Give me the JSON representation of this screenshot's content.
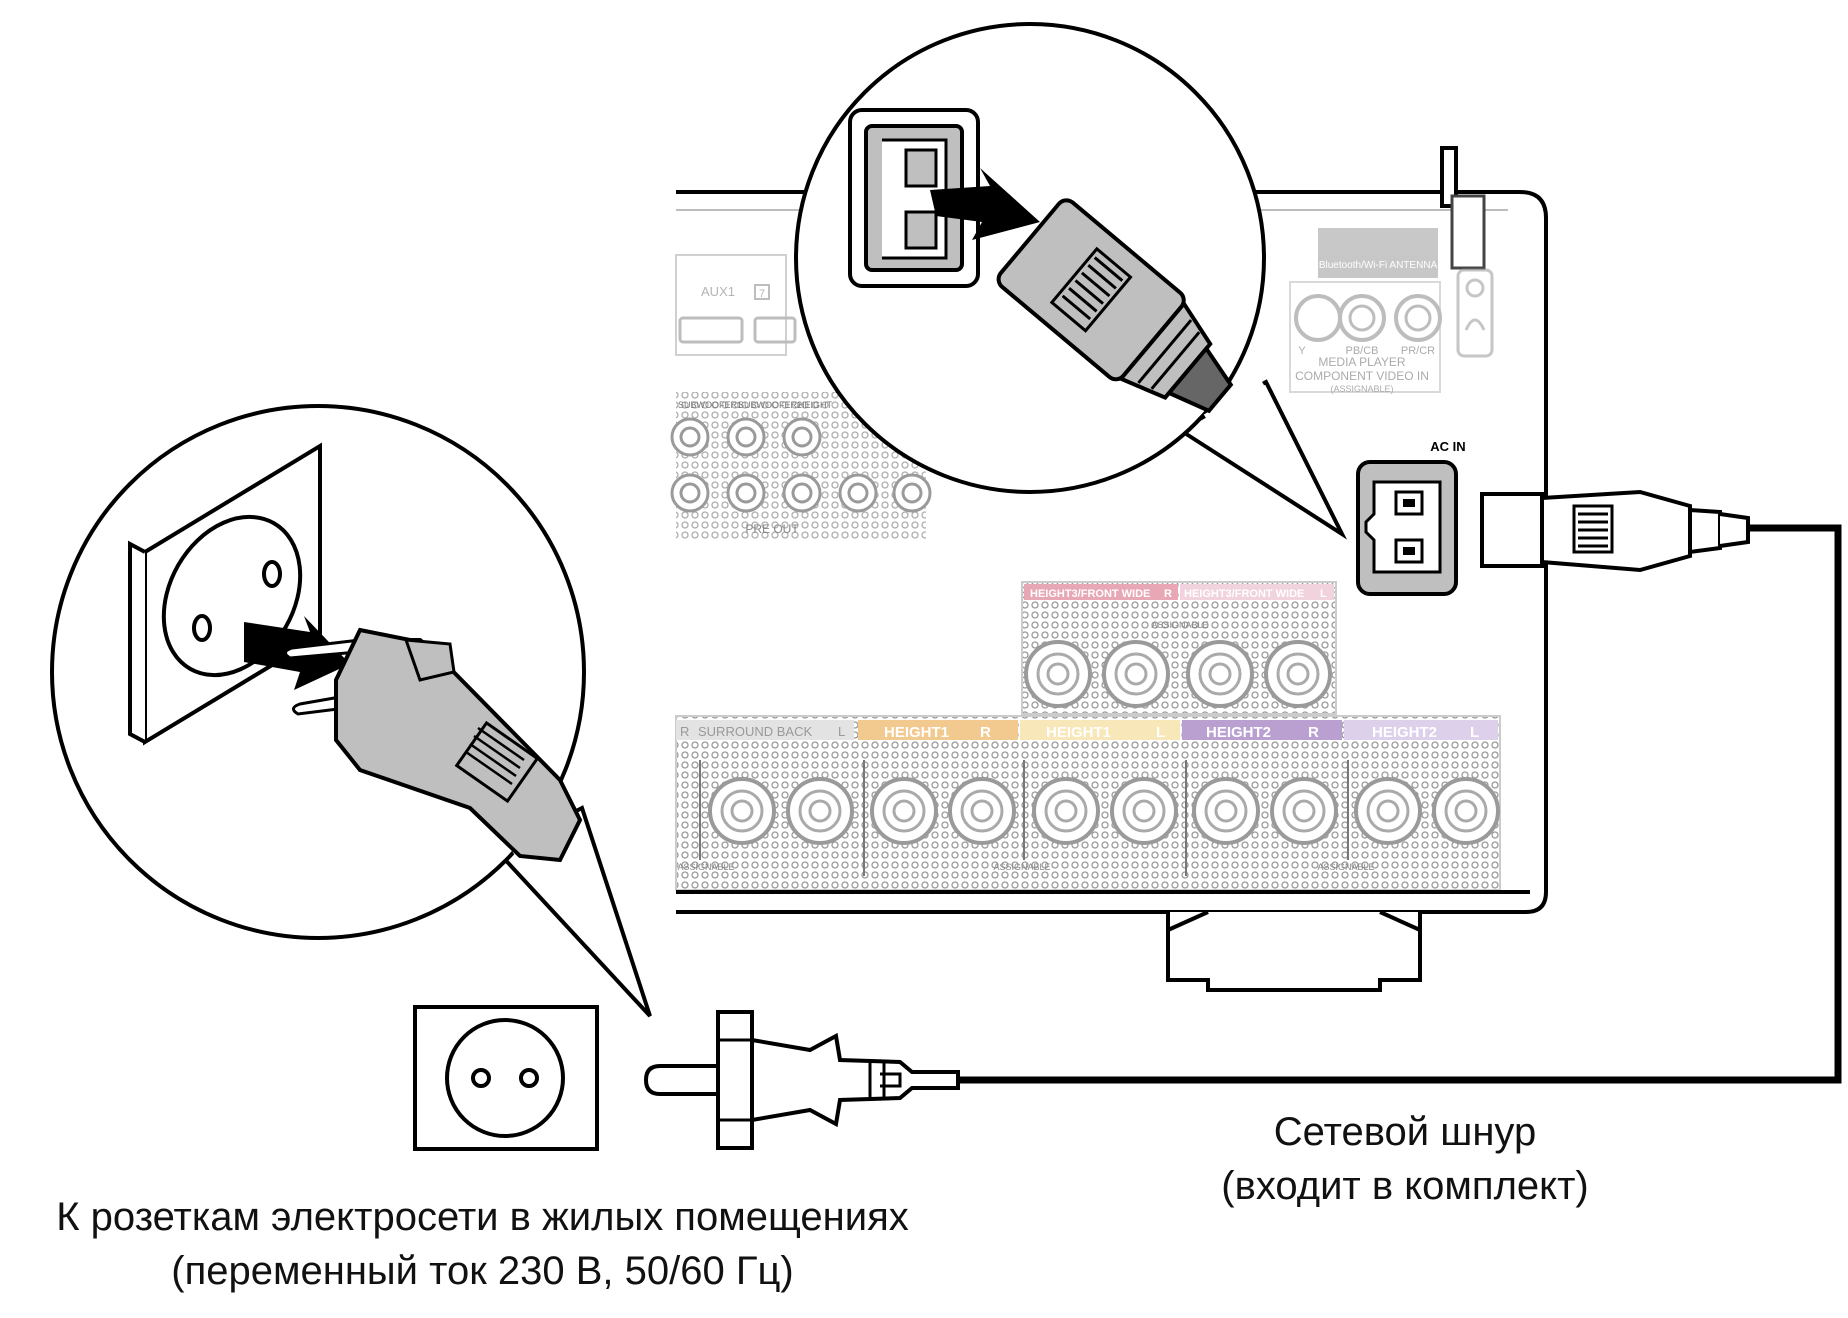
{
  "receiver": {
    "ac_in_label": "AC IN",
    "antenna_label": "Bluetooth/Wi-Fi ANTENNA",
    "aux_label": "AUX1",
    "aux_number": "7",
    "component_labels": [
      "Y",
      "PB/CB",
      "PR/CR"
    ],
    "media_player_label": "MEDIA PLAYER",
    "component_video_label": "COMPONENT VIDEO IN",
    "assignable_label": "(ASSIGNABLE)",
    "pre_out_label": "PRE OUT",
    "pre_out_headers": [
      "SUBWOOFER1",
      "SUBWOOFER2",
      "HEIGHT"
    ],
    "upper_speaker_labels": [
      {
        "text": "HEIGHT3/FRONT WIDE",
        "side": "R",
        "color": "#e8a7b4"
      },
      {
        "text": "HEIGHT3/FRONT WIDE",
        "side": "L",
        "color": "#f0d3dc"
      }
    ],
    "upper_assignable": "ASSIGNABLE",
    "lower_speaker_labels": [
      {
        "text": "SURROUND BACK",
        "side": "L",
        "color": "#e3e3e3"
      },
      {
        "text": "HEIGHT1",
        "side": "R",
        "color": "#f2c98e"
      },
      {
        "text": "HEIGHT1",
        "side": "L",
        "color": "#f8e7b8"
      },
      {
        "text": "HEIGHT2",
        "side": "R",
        "color": "#b9a0d1"
      },
      {
        "text": "HEIGHT2",
        "side": "L",
        "color": "#ddd0ea"
      }
    ],
    "lower_assignable": "ASSIGNABLE",
    "surround_side_r": "R"
  },
  "captions": {
    "power_cord_line1": "Сетевой шнур",
    "power_cord_line2": "(входит в комплект)",
    "outlet_line1": "К розеткам электросети в жилых помещениях",
    "outlet_line2": "(переменный ток 230 В, 50/60 Гц)"
  }
}
